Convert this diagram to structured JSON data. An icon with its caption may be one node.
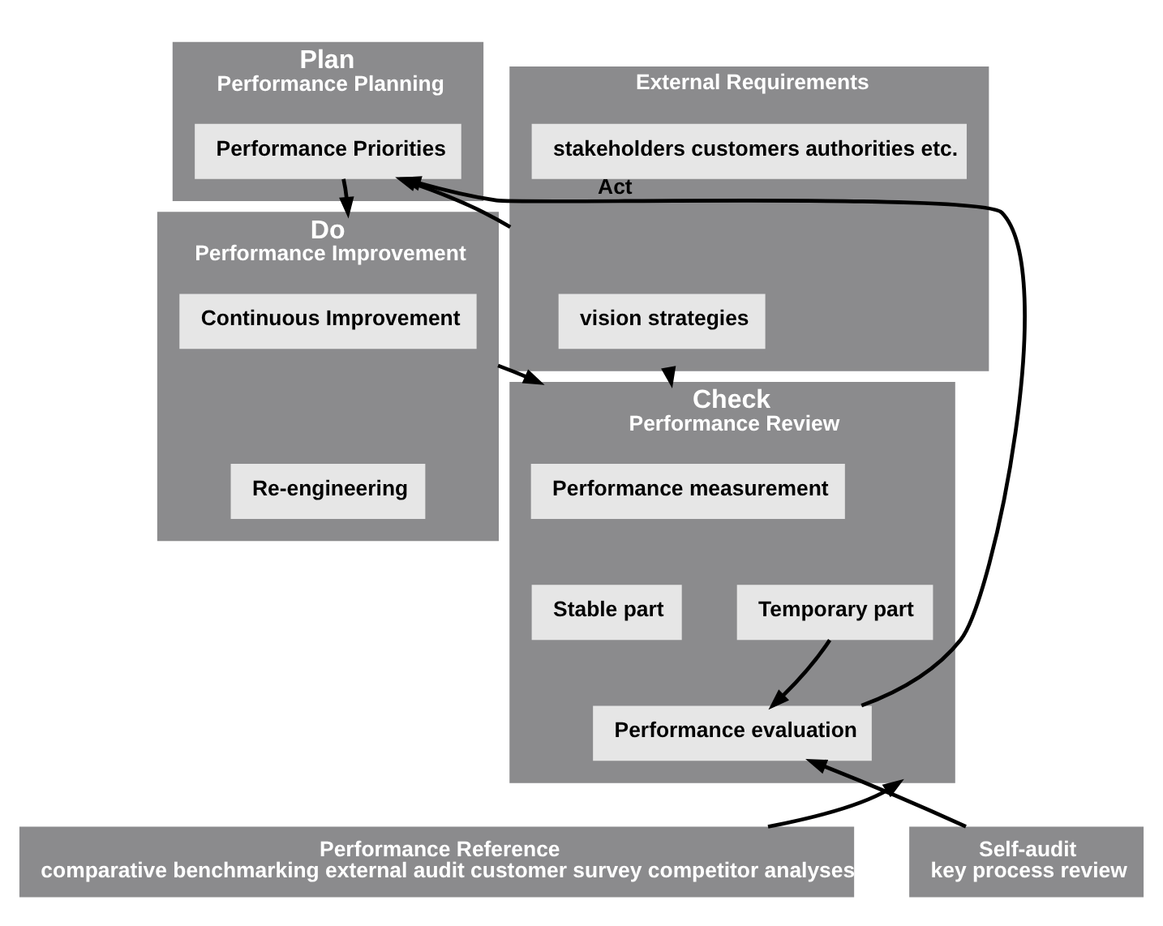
{
  "diagram": {
    "nodes": [
      {
        "text": [
          "Plan",
          "Performance Planning"
        ]
      },
      {
        "text": [
          "Performance Priorities"
        ],
        "in": 0
      },
      {
        "text": [
          "Do",
          "Performance Improvement"
        ]
      },
      {
        "text": [
          "Continuous Improvement"
        ],
        "in": 2
      },
      {
        "text": [
          "Re-engineering"
        ],
        "in": 2
      },
      {
        "text": [
          "Check",
          "Performance Review"
        ]
      },
      {
        "text": [
          "Performance measurement"
        ],
        "in": 5
      },
      {
        "text": [
          "Stable part"
        ],
        "in": 5
      },
      {
        "text": [
          "Temporary part"
        ],
        "in": 5
      },
      {
        "text": [
          "Performance evaluation"
        ],
        "in": 5
      },
      {
        "text": [
          "External Requirements"
        ]
      },
      {
        "text": [
          "vision strategies"
        ],
        "in": 10
      },
      {
        "text": [
          "stakeholders customers authorities etc."
        ],
        "in": 10
      },
      {
        "text": [
          "Performance Reference",
          "comparative benchmarking external audit customer survey competitor analyses"
        ]
      },
      {
        "text": [
          "Self-audit",
          "key process review"
        ]
      }
    ],
    "edges": [
      {
        "from": 1,
        "to": 2,
        "arrow": "to"
      },
      {
        "from": 2,
        "to": 5,
        "arrow": "to"
      },
      {
        "from": 8,
        "to": 9,
        "arrow": "to"
      },
      {
        "from": 9,
        "to": 1,
        "arrow": "to",
        "label": "Act"
      },
      {
        "from": 10,
        "to": 1,
        "arrow": "to"
      },
      {
        "from": 10,
        "to": 5,
        "arrow": "to"
      },
      {
        "from": 13,
        "to": 5,
        "arrow": "to"
      },
      {
        "from": 14,
        "to": 9,
        "arrow": "to"
      }
    ]
  }
}
